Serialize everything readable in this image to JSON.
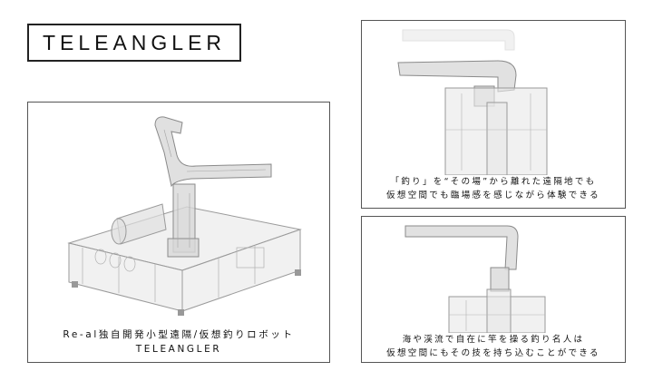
{
  "logo": {
    "text": "TELEANGLER"
  },
  "main_panel": {
    "caption_line1": "Re-al独自開発小型遠隔/仮想釣りロボット",
    "caption_line2": "TELEANGLER"
  },
  "top_right_panel": {
    "caption_line1": "「釣り」を“その場”から離れた遠隔地でも",
    "caption_line2": "仮想空間でも臨場感を感じながら体験できる"
  },
  "bottom_right_panel": {
    "caption_line1": "海や渓流で自在に竿を操る釣り名人は",
    "caption_line2": "仮想空間にもその技を持ち込むことができる"
  },
  "colors": {
    "border": "#555555",
    "render_line": "#9a9a9a",
    "render_fill": "#e4e4e4",
    "text": "#111111"
  }
}
